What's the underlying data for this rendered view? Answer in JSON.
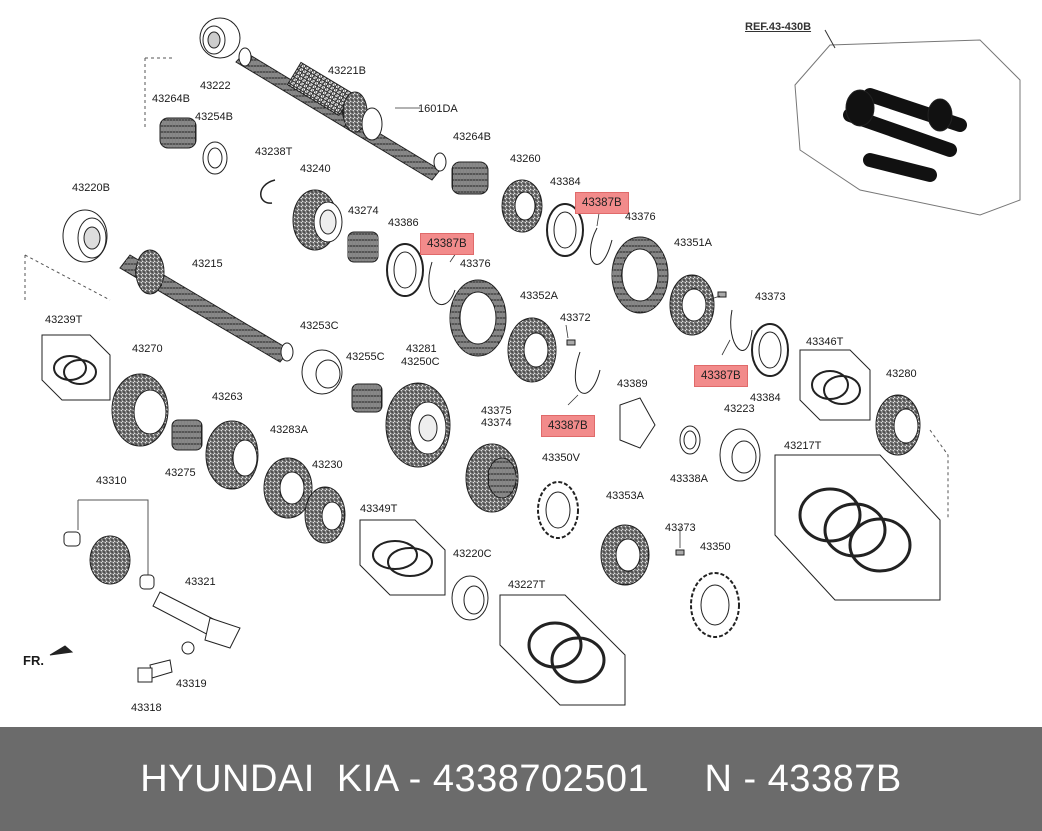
{
  "labels": {
    "p43222": "43222",
    "p43221B": "43221B",
    "p1601DA": "1601DA",
    "p43264B_a": "43264B",
    "p43254B": "43254B",
    "p43264B_b": "43264B",
    "p43238T": "43238T",
    "p43240": "43240",
    "p43260": "43260",
    "p43384_a": "43384",
    "p43387B_a": "43387B",
    "p43376_a": "43376",
    "p43220B": "43220B",
    "p43274": "43274",
    "p43386": "43386",
    "p43387B_b": "43387B",
    "p43376_b": "43376",
    "p43351A": "43351A",
    "p43215": "43215",
    "p43373_a": "43373",
    "p43352A": "43352A",
    "p43239T": "43239T",
    "p43253C": "43253C",
    "p43372": "43372",
    "p43270": "43270",
    "p43281": "43281",
    "p43250C": "43250C",
    "p43255C": "43255C",
    "p43346T": "43346T",
    "p43387B_c": "43387B",
    "p43280": "43280",
    "p43384_b": "43384",
    "p43389": "43389",
    "p43263": "43263",
    "p43223": "43223",
    "p43375": "43375",
    "p43374": "43374",
    "p43387B_d": "43387B",
    "p43283A": "43283A",
    "p43217T": "43217T",
    "p43275": "43275",
    "p43350V": "43350V",
    "p43230": "43230",
    "p43338A": "43338A",
    "p43310": "43310",
    "p43353A": "43353A",
    "p43349T": "43349T",
    "p43373_b": "43373",
    "p43220C": "43220C",
    "p43350": "43350",
    "p43227T": "43227T",
    "p43321": "43321",
    "p43319": "43319",
    "p43318": "43318",
    "ref": "REF.43-430B",
    "fr": "FR."
  },
  "footer": {
    "brand": "HYUNDAI  KIA - 4338702501     N - 43387B"
  },
  "colors": {
    "highlight": "#f28b8b",
    "footer_bg": "#6b6b6b",
    "footer_text": "#ffffff",
    "line": "#222222"
  }
}
